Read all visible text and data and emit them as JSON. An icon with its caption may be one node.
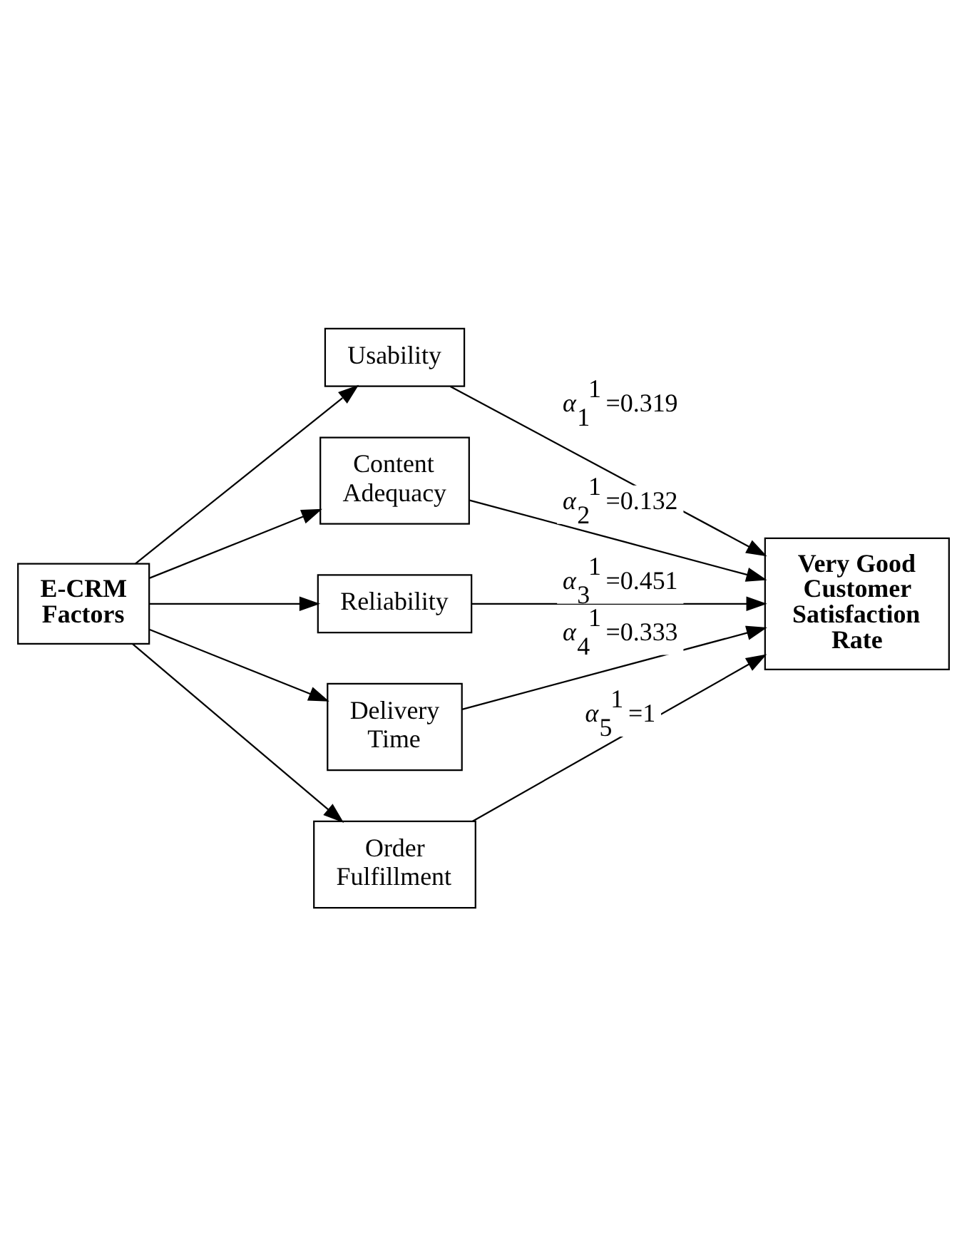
{
  "diagram": {
    "nodes": [
      {
        "text": [
          "E-CRM Factors"
        ]
      },
      {
        "text": [
          "Usability"
        ]
      },
      {
        "text": [
          "Content Adequacy"
        ]
      },
      {
        "text": [
          "Reliability"
        ]
      },
      {
        "text": [
          "Delivery Time"
        ]
      },
      {
        "text": [
          "Order Fulfillment"
        ]
      },
      {
        "text": [
          "Very Good Customer Satisfaction Rate"
        ]
      }
    ],
    "edges": [
      {
        "from": 0,
        "to": 1,
        "arrow": "to"
      },
      {
        "from": 0,
        "to": 2,
        "arrow": "to"
      },
      {
        "from": 0,
        "to": 3,
        "arrow": "to"
      },
      {
        "from": 0,
        "to": 4,
        "arrow": "to"
      },
      {
        "from": 0,
        "to": 5,
        "arrow": "to"
      },
      {
        "from": 1,
        "to": 6,
        "arrow": "to",
        "label": "*α*$_{1}$$^{1}$ =0.319"
      },
      {
        "from": 2,
        "to": 6,
        "arrow": "to",
        "label": "*α*$_{2}$$^{1}$ =0.132"
      },
      {
        "from": 3,
        "to": 6,
        "arrow": "to",
        "label": "*α*$_{3}$$^{1}$ =0.451"
      },
      {
        "from": 4,
        "to": 6,
        "arrow": "to",
        "label": "*α*$_{4}$$^{1}$ =0.333"
      },
      {
        "from": 5,
        "to": 6,
        "arrow": "to",
        "label": "*α*$_{5}$$^{1}$ =1"
      }
    ]
  }
}
